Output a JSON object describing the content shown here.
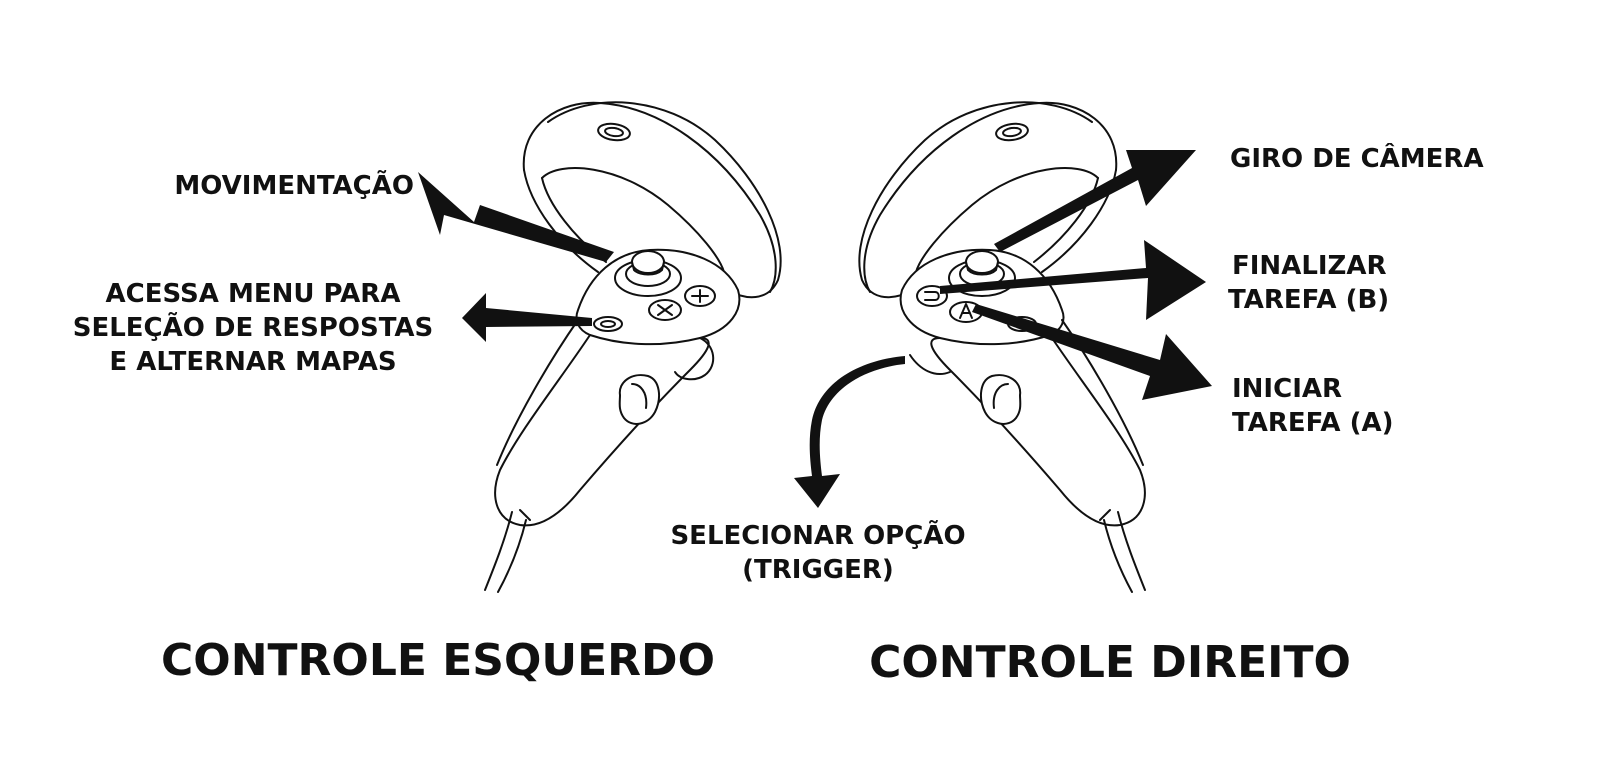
{
  "labels": {
    "movimentacao": "MOVIMENTAÇÃO",
    "acessa_menu": [
      "ACESSA MENU PARA",
      "SELEÇÃO DE RESPOSTAS",
      "E ALTERNAR MAPAS"
    ],
    "giro_camera": "GIRO DE CÂMERA",
    "finalizar": [
      "FINALIZAR",
      "TAREFA (B)"
    ],
    "iniciar": [
      "INICIAR",
      "TAREFA (A)"
    ],
    "selecionar": [
      "SELECIONAR OPÇÃO",
      "(TRIGGER)"
    ]
  },
  "titles": {
    "left": "CONTROLE ESQUERDO",
    "right": "CONTROLE DIREITO"
  }
}
